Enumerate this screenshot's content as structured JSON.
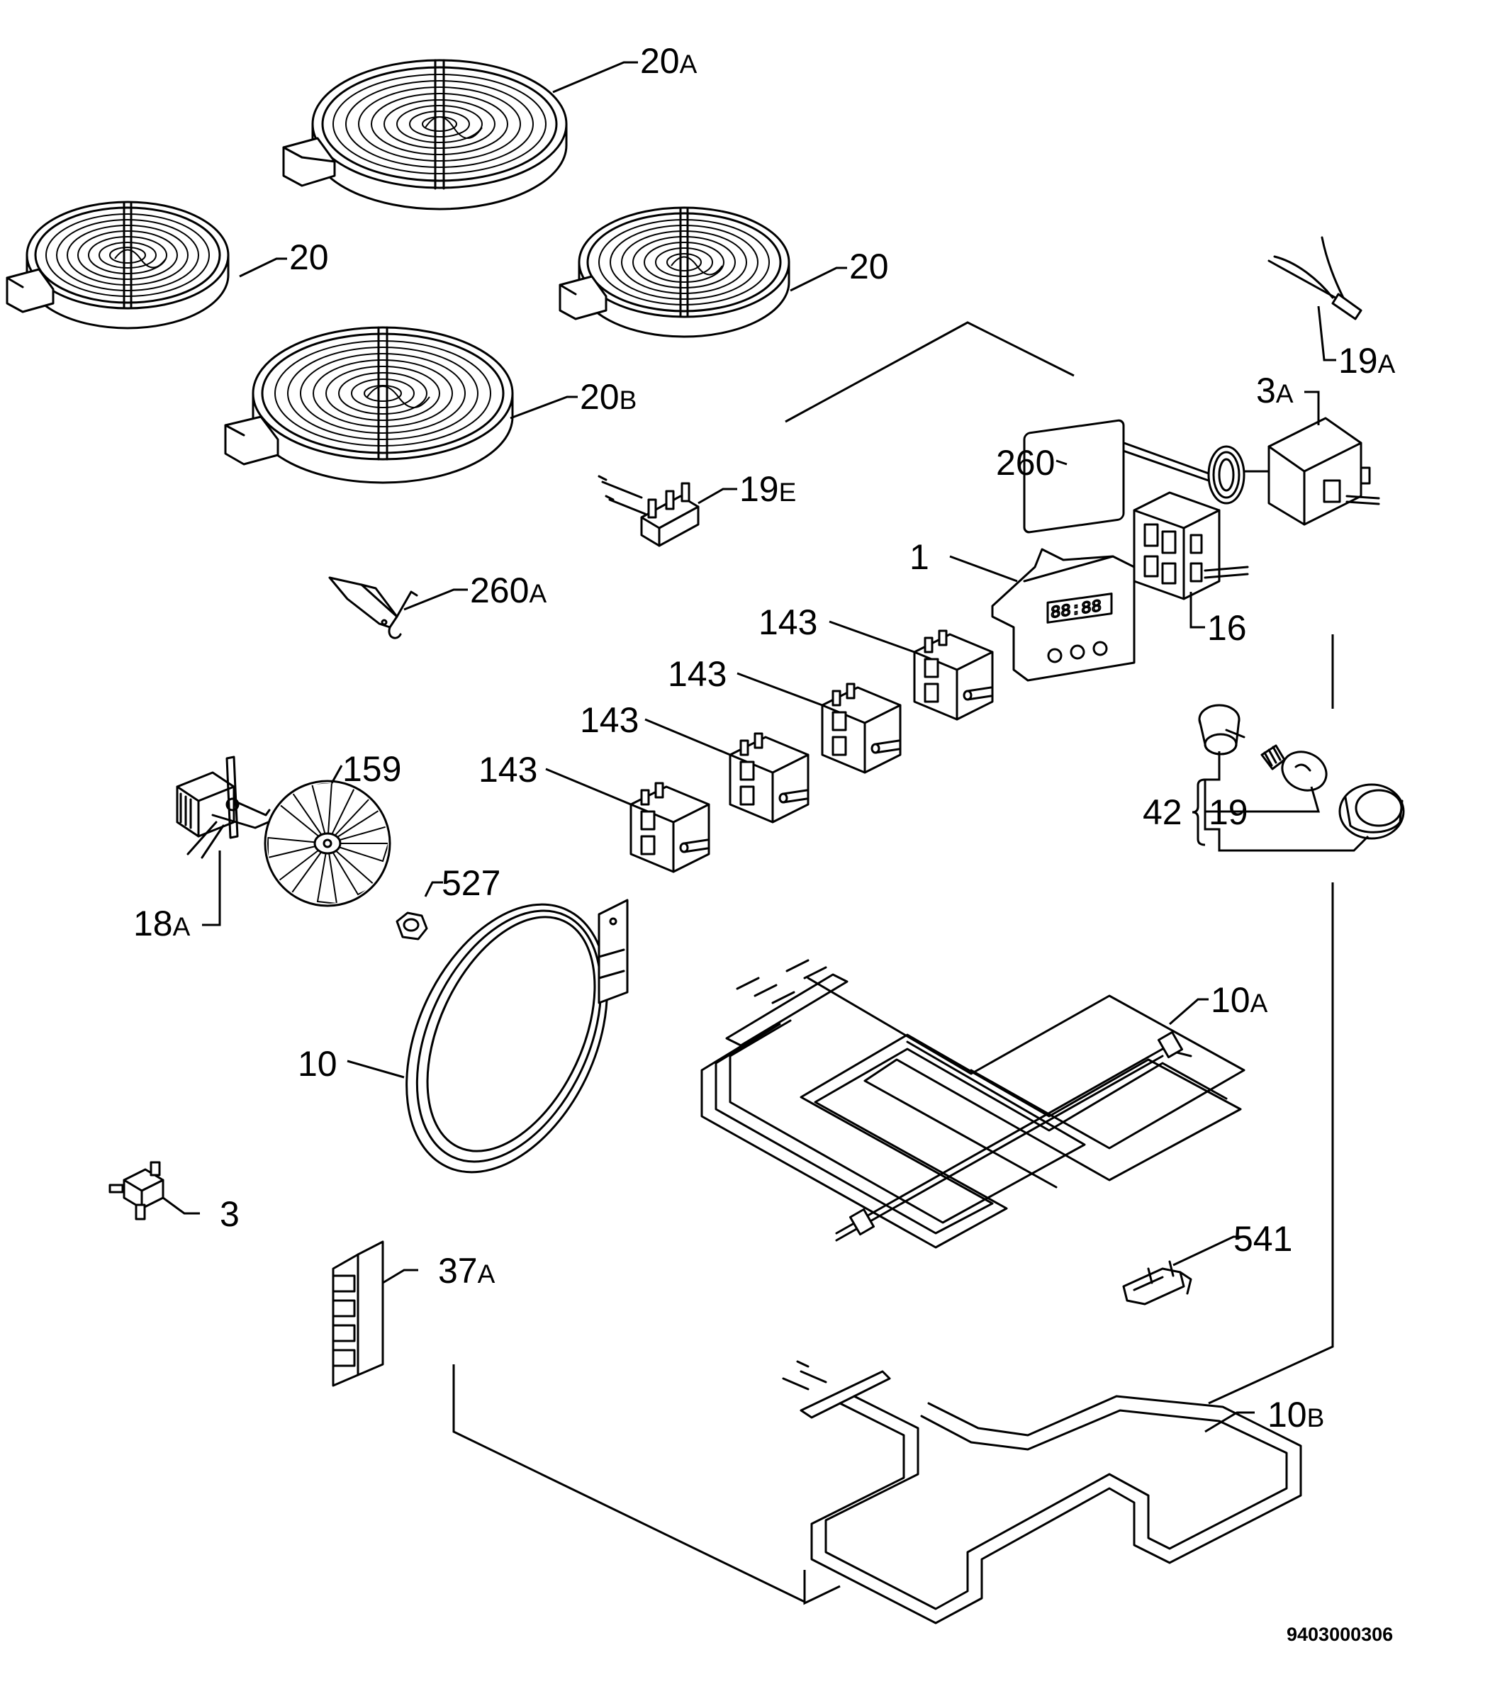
{
  "labels": {
    "l_20a": {
      "main": "20",
      "suffix": "A"
    },
    "l_20_left": {
      "main": "20",
      "suffix": ""
    },
    "l_20_right": {
      "main": "20",
      "suffix": ""
    },
    "l_20b": {
      "main": "20",
      "suffix": "B"
    },
    "l_19a": {
      "main": "19",
      "suffix": "A"
    },
    "l_3a": {
      "main": "3",
      "suffix": "A"
    },
    "l_260": {
      "main": "260",
      "suffix": ""
    },
    "l_19e": {
      "main": "19",
      "suffix": "E"
    },
    "l_260a": {
      "main": "260",
      "suffix": "A"
    },
    "l_1": {
      "main": "1",
      "suffix": ""
    },
    "l_16": {
      "main": "16",
      "suffix": ""
    },
    "l_143_1": {
      "main": "143",
      "suffix": ""
    },
    "l_143_2": {
      "main": "143",
      "suffix": ""
    },
    "l_143_3": {
      "main": "143",
      "suffix": ""
    },
    "l_143_4": {
      "main": "143",
      "suffix": ""
    },
    "l_159": {
      "main": "159",
      "suffix": ""
    },
    "l_42": {
      "main": "42",
      "suffix": ""
    },
    "l_19": {
      "main": "19",
      "suffix": ""
    },
    "l_18a": {
      "main": "18",
      "suffix": "A"
    },
    "l_527": {
      "main": "527",
      "suffix": ""
    },
    "l_10a": {
      "main": "10",
      "suffix": "A"
    },
    "l_10": {
      "main": "10",
      "suffix": ""
    },
    "l_3": {
      "main": "3",
      "suffix": ""
    },
    "l_541": {
      "main": "541",
      "suffix": ""
    },
    "l_37a": {
      "main": "37",
      "suffix": "A"
    },
    "l_10b": {
      "main": "10",
      "suffix": "B"
    }
  },
  "display": {
    "digits": "88:88"
  },
  "document_number": "9403000306"
}
